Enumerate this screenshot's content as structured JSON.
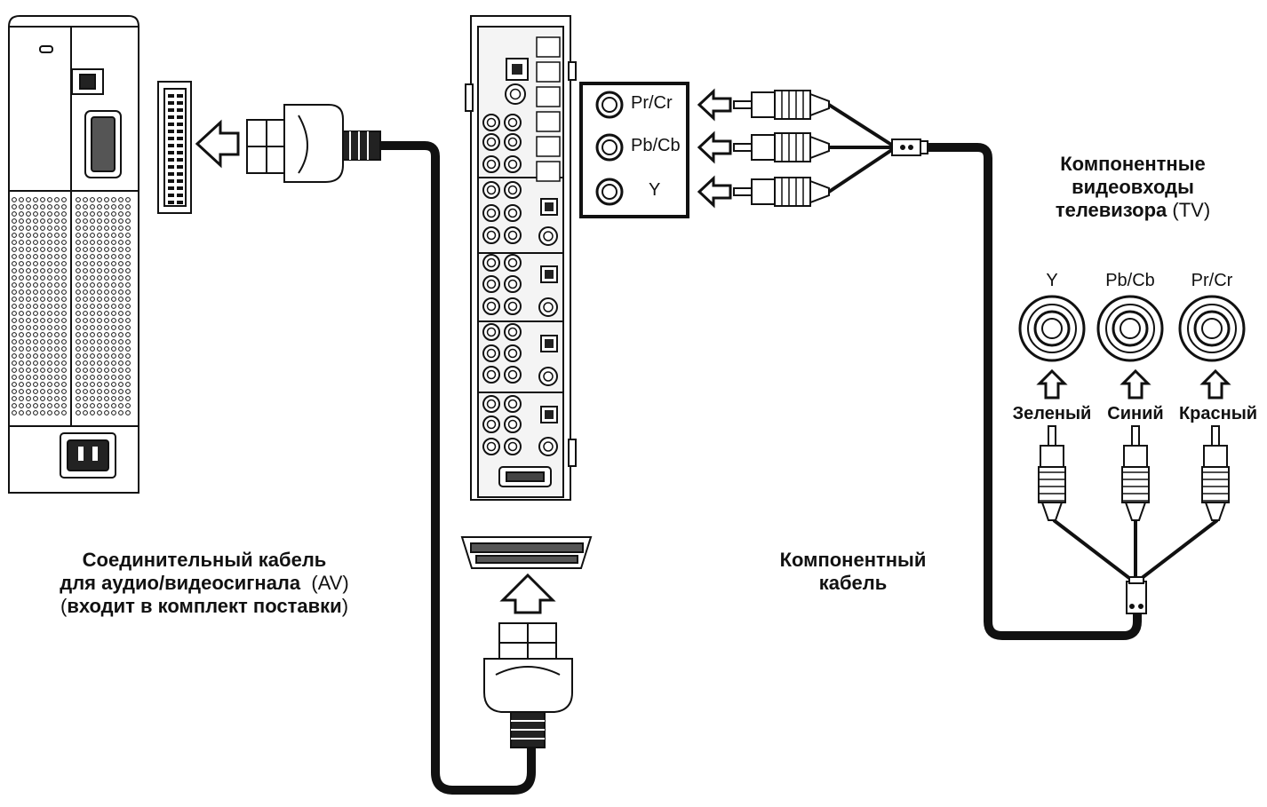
{
  "labels": {
    "av_cable": {
      "line1": "Соединительный кабель",
      "line2a": "для аудио/видеосигнала",
      "line2b": "(AV)",
      "line3a": "(",
      "line3b": "входит в комплект поставки",
      "line3c": ")"
    },
    "component_cable": {
      "line1": "Компонентный",
      "line2": "кабель"
    },
    "tv_inputs": {
      "line1": "Компонентные",
      "line2": "видеовходы",
      "line3a": "телевизора",
      "line3b": "(TV)"
    }
  },
  "panel_jacks": [
    "Pr/Cr",
    "Pb/Cb",
    "Y"
  ],
  "tv_jacks": [
    "Y",
    "Pb/Cb",
    "Pr/Cr"
  ],
  "plug_colors": [
    "Зеленый",
    "Синий",
    "Красный"
  ]
}
